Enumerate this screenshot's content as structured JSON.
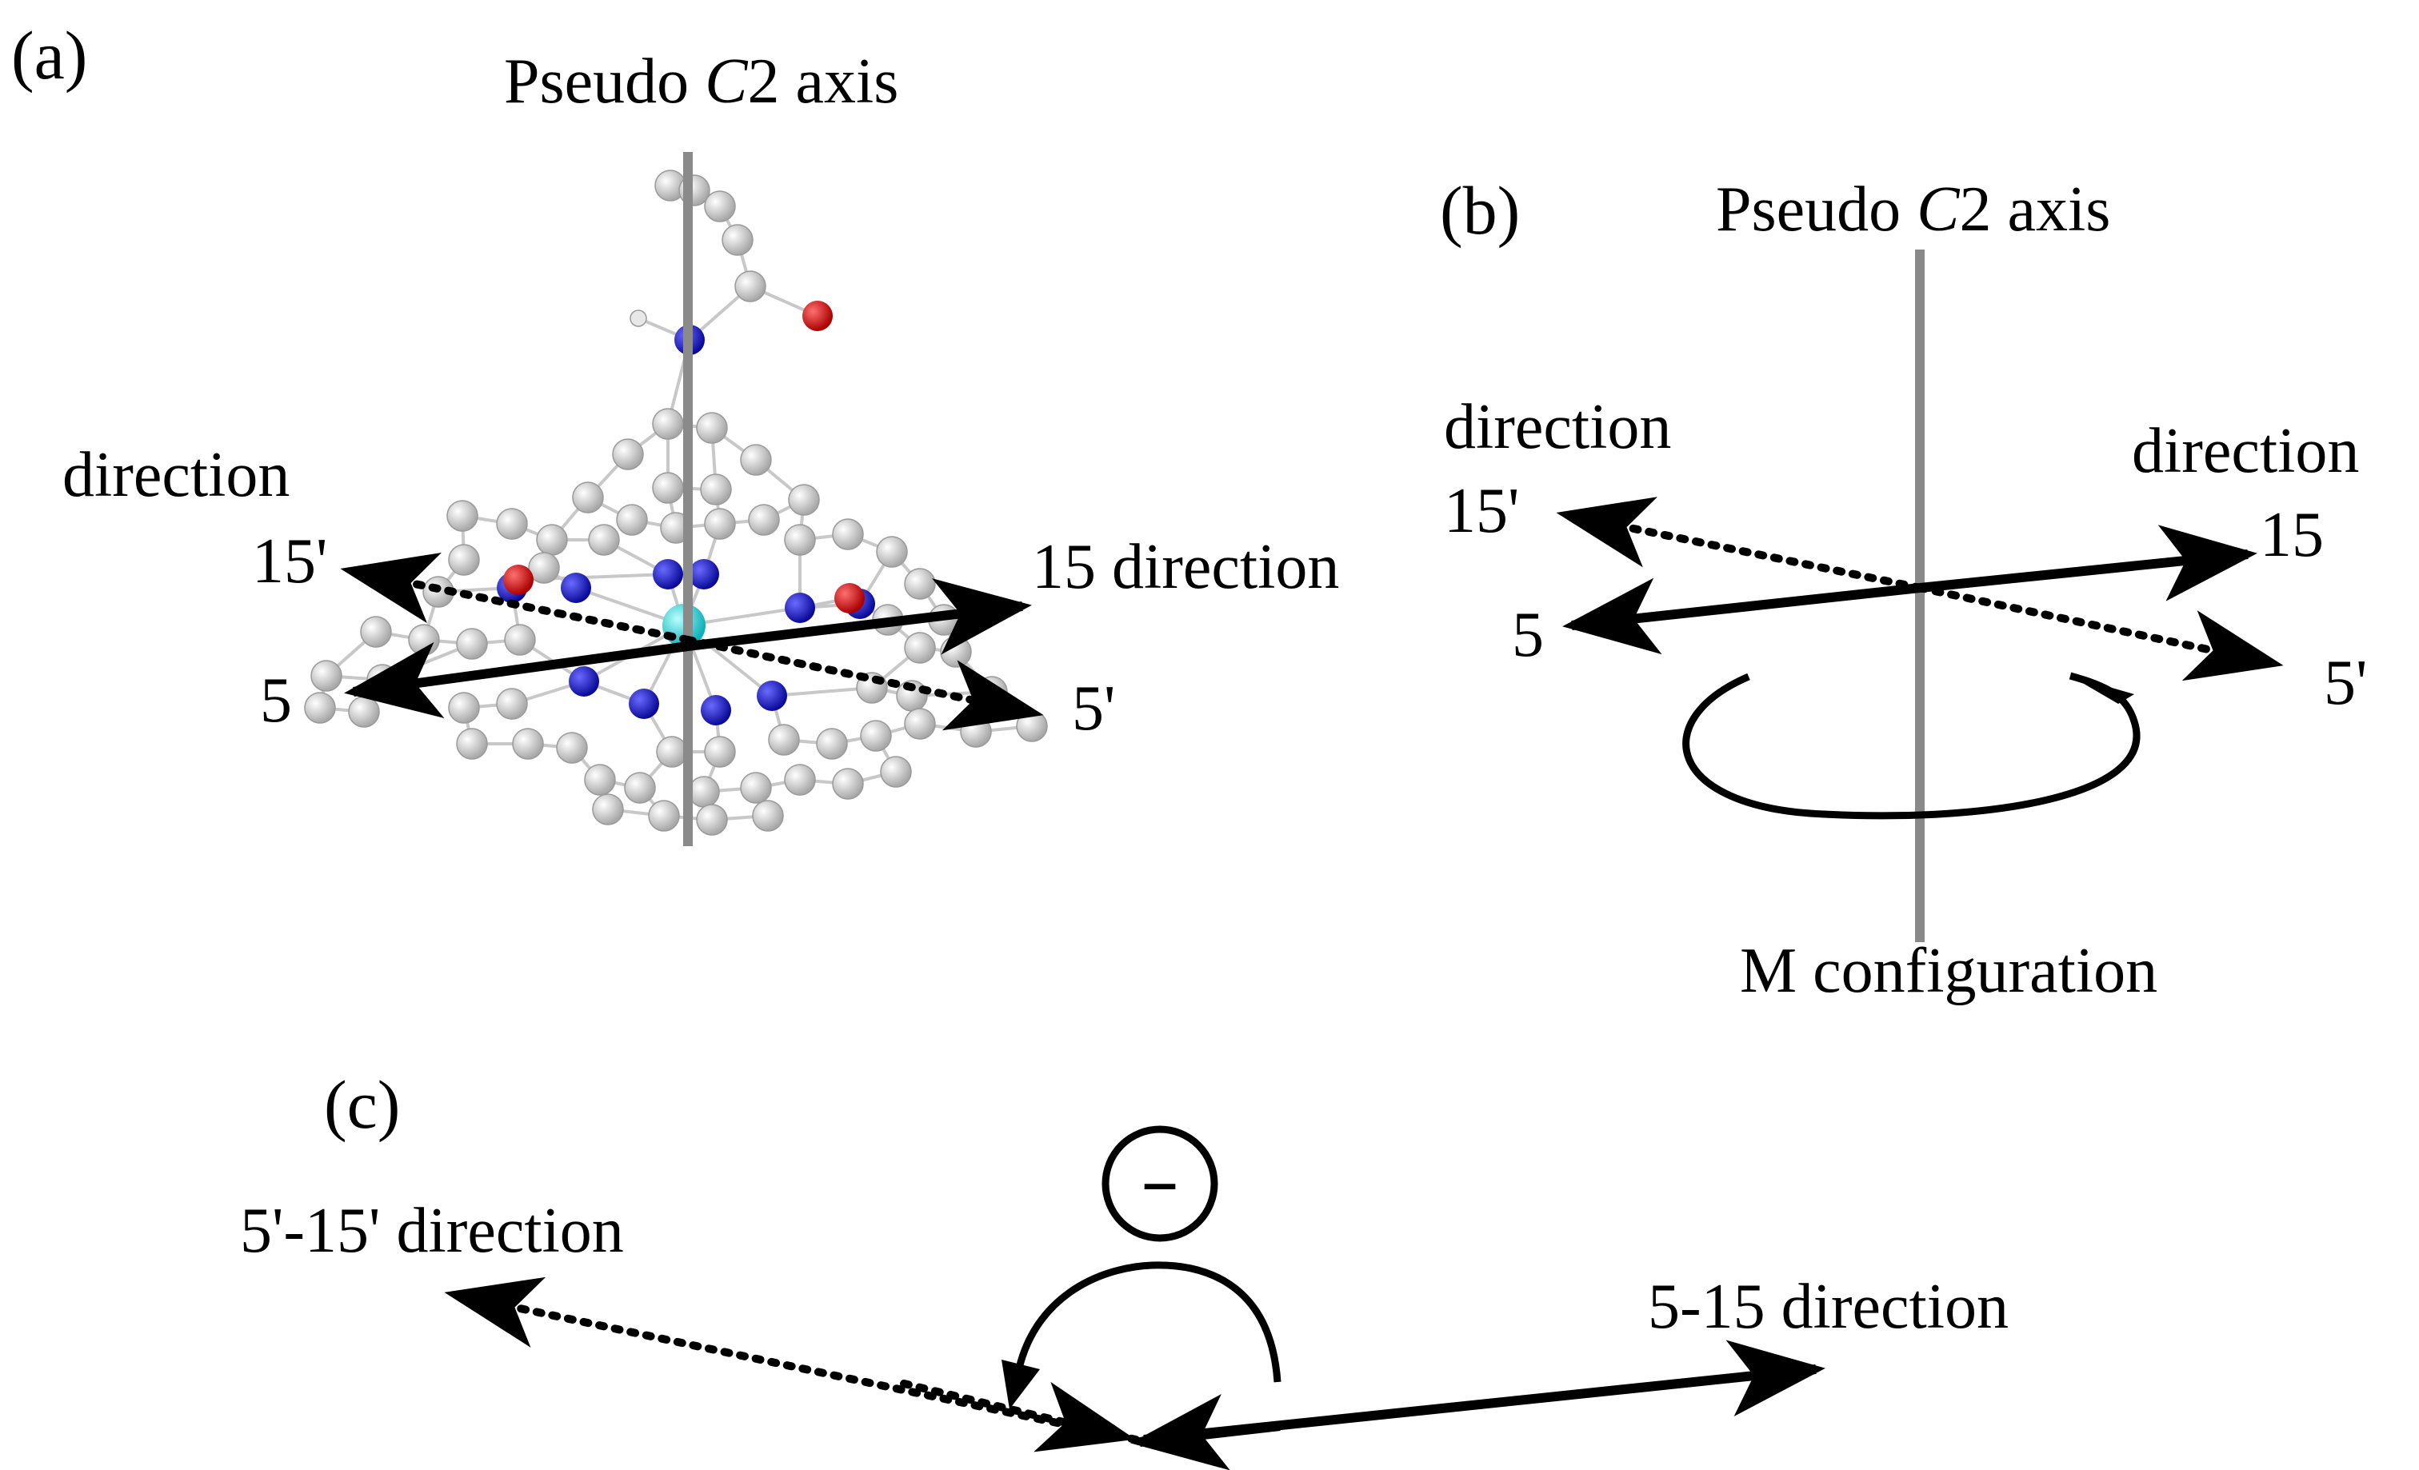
{
  "panel_a": {
    "tag": "(a)",
    "axis_title_prefix": "Pseudo ",
    "axis_title_italic": "C",
    "axis_title_suffix": "2 axis",
    "label_direction": "direction",
    "label_15p": "15'",
    "label_5": "5",
    "label_15_direction": "15 direction",
    "label_5p": "5'",
    "atom_colors": {
      "carbon": "#d8d8d8",
      "nitrogen": "#1a1acc",
      "oxygen": "#dd1111",
      "metal": "#22d8e0"
    }
  },
  "panel_b": {
    "tag": "(b)",
    "axis_title_prefix": "Pseudo ",
    "axis_title_italic": "C",
    "axis_title_suffix": "2 axis",
    "label_direction_left": "direction",
    "label_15p": "15'",
    "label_5": "5",
    "label_direction_right": "direction",
    "label_15": "15",
    "label_5p": "5'",
    "caption": "M configuration"
  },
  "panel_c": {
    "tag": "(c)",
    "label_left": "5'-15' direction",
    "label_right": "5-15 direction",
    "sign": "–"
  }
}
